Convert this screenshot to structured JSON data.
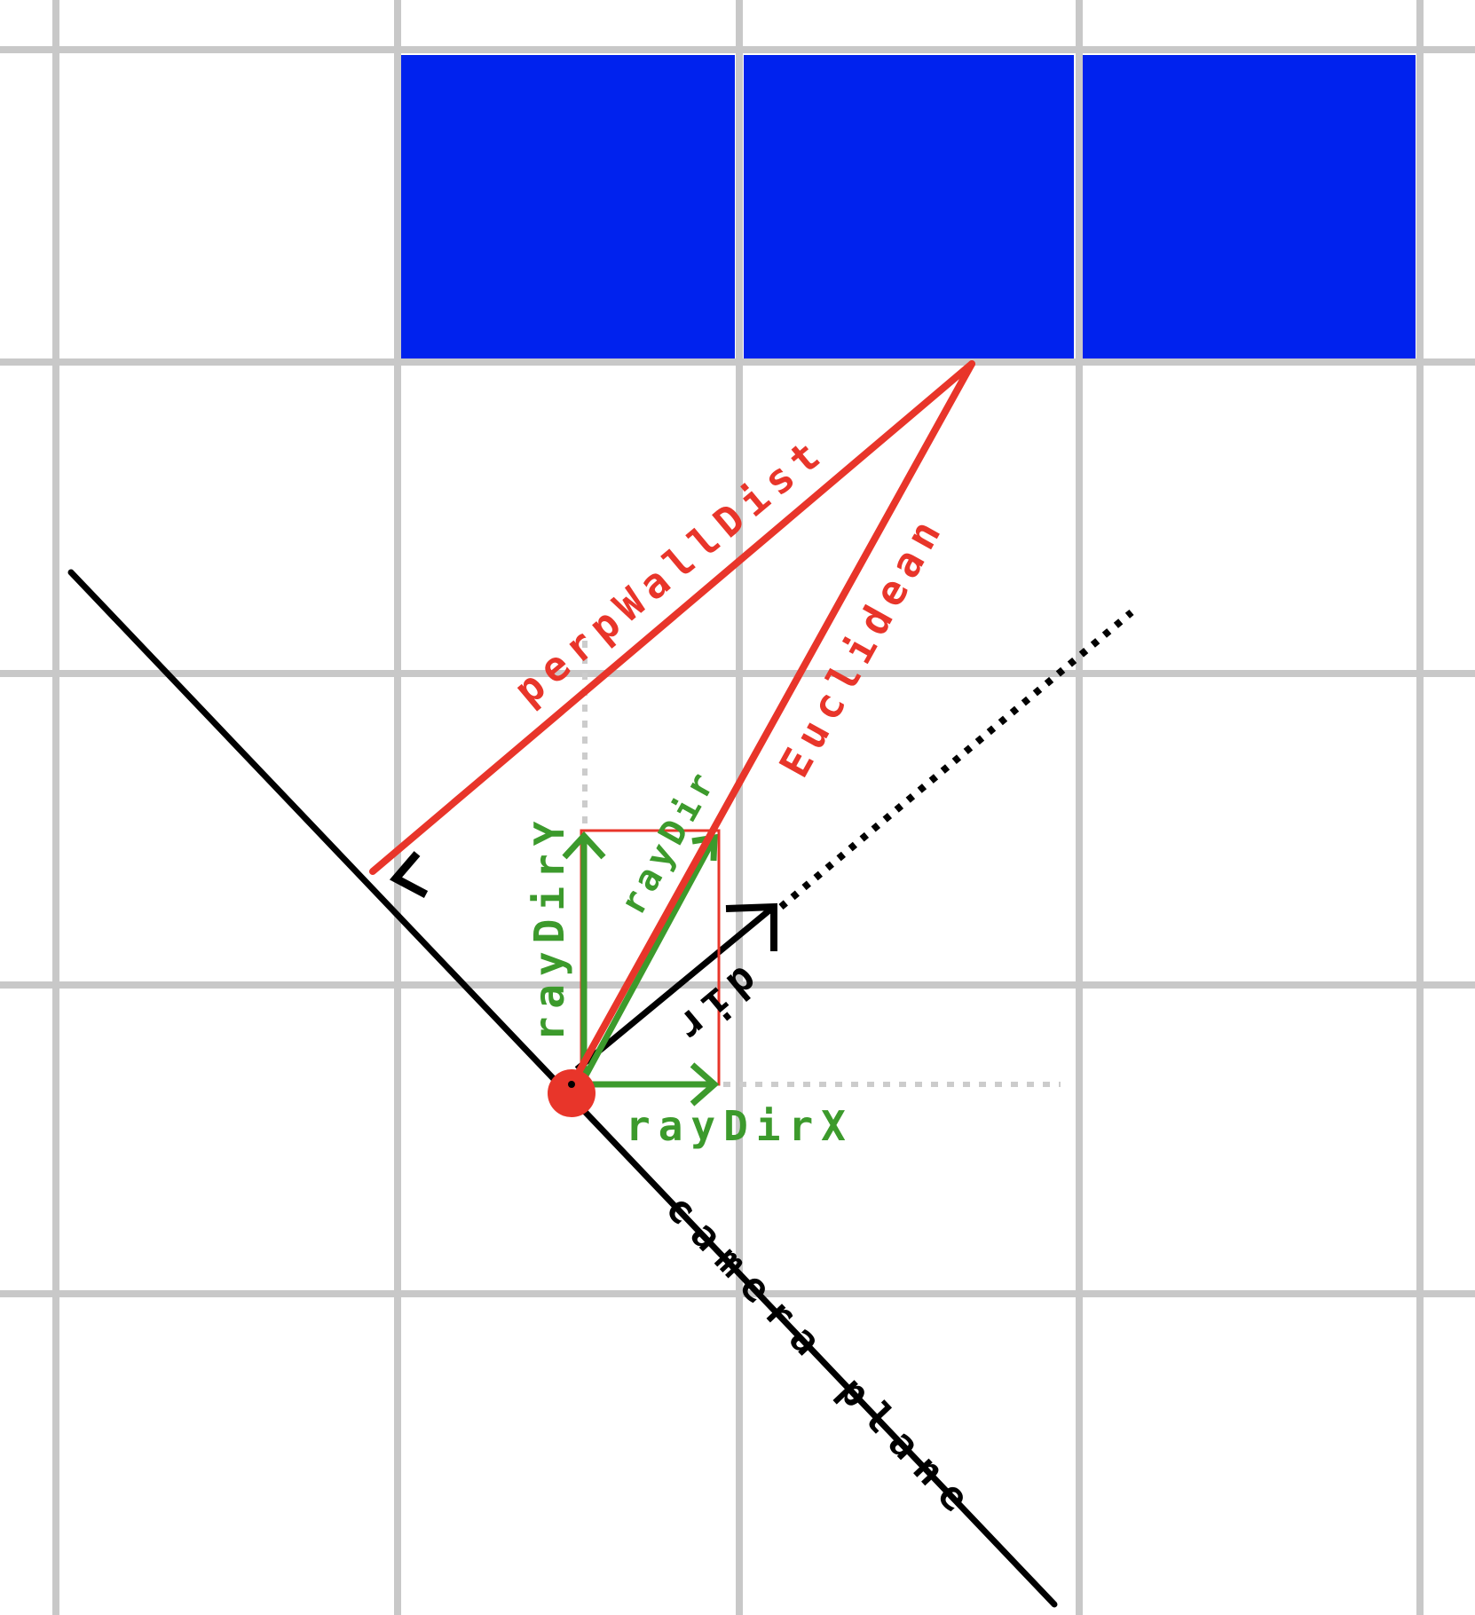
{
  "diagram": {
    "labels": {
      "perp_wall_dist": "perpWallDist",
      "euclidean": "Euclidean",
      "ray_dir": "rayDir",
      "ray_dir_x": "rayDirX",
      "ray_dir_y": "rayDirY",
      "dir": "dir",
      "camera_plane": "camera plane"
    },
    "colors": {
      "grid": "#c8c8c8",
      "wall": "#0022ee",
      "distance": "#e8352a",
      "ray_components": "#3c9a2c",
      "camera": "#000000",
      "helper_dotted": "#cccccc"
    }
  }
}
